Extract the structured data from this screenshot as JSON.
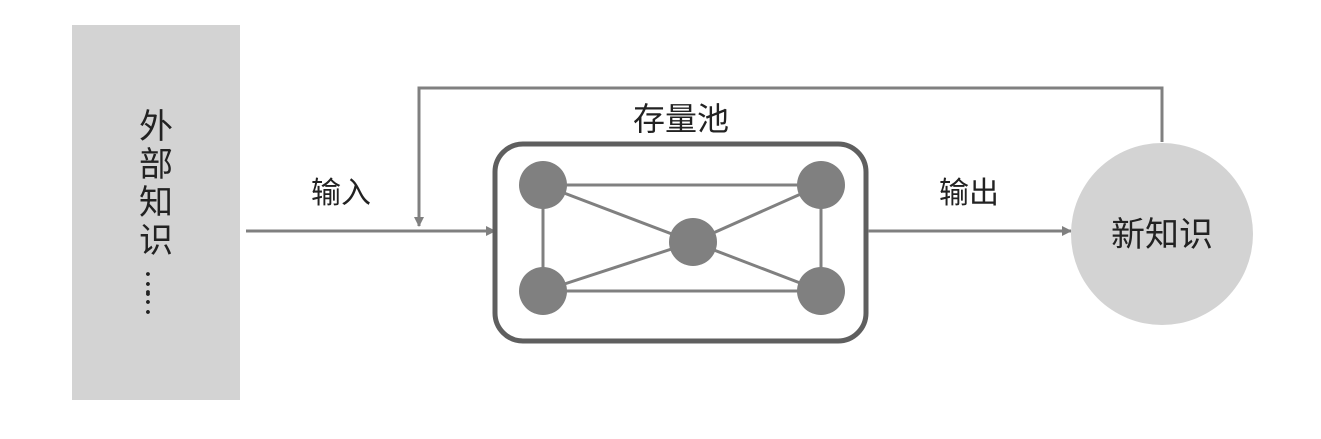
{
  "colors": {
    "source_box": "#d3d3d3",
    "result_circle": "#d3d3d3",
    "arrow": "#808080",
    "pool_border": "#5f5f5f",
    "node": "#808080",
    "edge": "#808080",
    "text": "#222222"
  },
  "source": {
    "chars": [
      "外",
      "部",
      "知",
      "识",
      "…",
      "…"
    ]
  },
  "labels": {
    "input": "输入",
    "output": "输出",
    "pool_title": "存量池",
    "result": "新知识"
  },
  "pool": {
    "nodes": [
      "top-left",
      "top-right",
      "center",
      "bottom-left",
      "bottom-right"
    ],
    "edges": [
      [
        "top-left",
        "top-right"
      ],
      [
        "top-left",
        "bottom-left"
      ],
      [
        "top-left",
        "center"
      ],
      [
        "top-right",
        "center"
      ],
      [
        "top-right",
        "bottom-right"
      ],
      [
        "center",
        "bottom-left"
      ],
      [
        "center",
        "bottom-right"
      ],
      [
        "bottom-left",
        "bottom-right"
      ]
    ]
  },
  "arrows": [
    "input-arrow",
    "output-arrow",
    "feedback-arrow"
  ]
}
